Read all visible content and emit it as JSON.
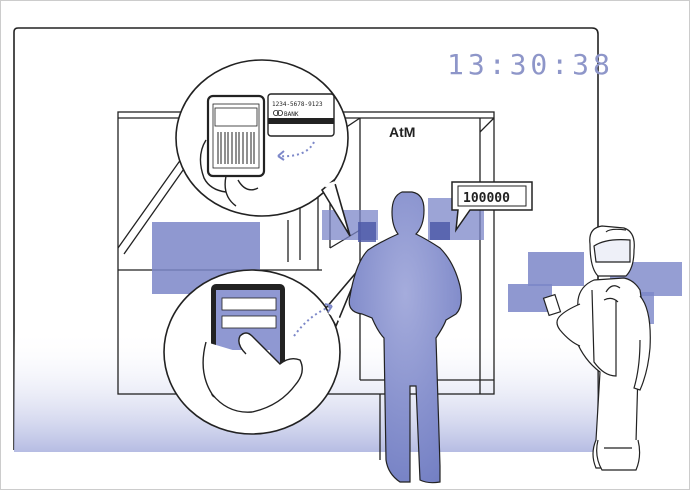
{
  "clock": {
    "time": "13:30:38",
    "color": "#8e96c9"
  },
  "atm": {
    "label": "AtM"
  },
  "amount_bubble": {
    "value": "100000"
  },
  "card": {
    "number": "1234-5678-9123",
    "bank": "BANK"
  },
  "colors": {
    "accent_fill": "#7b86c8",
    "accent_fill_light": "#aeb5e0",
    "accent_dark": "#4a56a6",
    "gradient_bottom": "#aeb5e0",
    "line": "#222222",
    "arrow": "#7d88c9"
  }
}
